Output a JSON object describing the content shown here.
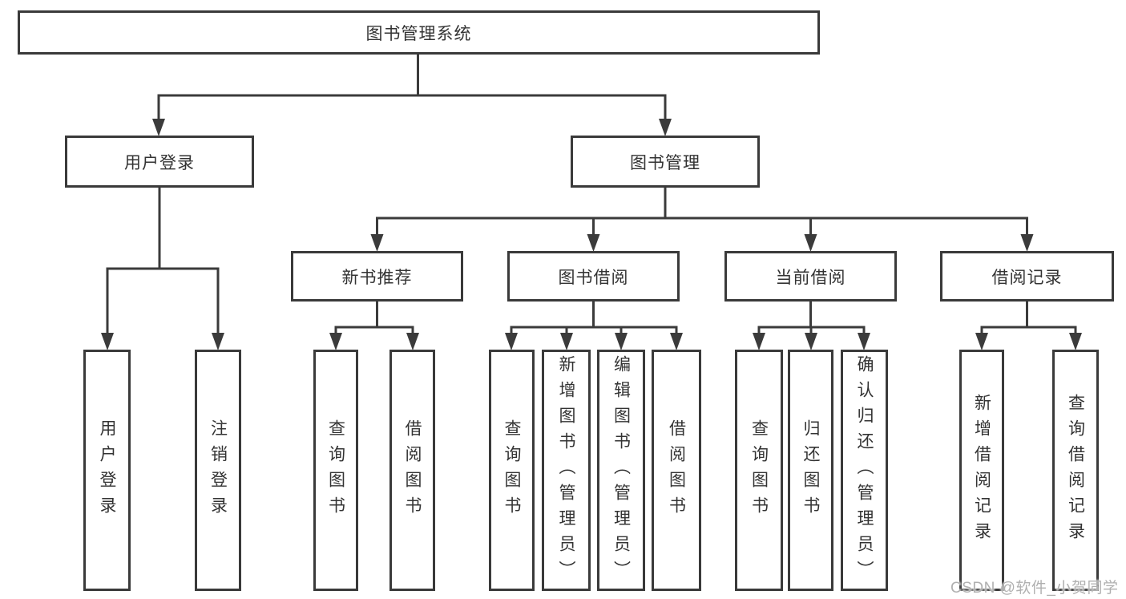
{
  "diagram": {
    "root": {
      "label": "图书管理系统"
    },
    "level2": [
      {
        "label": "用户登录"
      },
      {
        "label": "图书管理"
      }
    ],
    "level3": [
      {
        "label": "新书推荐"
      },
      {
        "label": "图书借阅"
      },
      {
        "label": "当前借阅"
      },
      {
        "label": "借阅记录"
      }
    ],
    "leaves": {
      "user_login": [
        "用户登录",
        "注销登录"
      ],
      "new_book_recommend": [
        "查询图书",
        "借阅图书"
      ],
      "book_borrow": [
        "查询图书",
        "新增图书（管理员）",
        "编辑图书（管理员）",
        "借阅图书"
      ],
      "current_borrow": [
        "查询图书",
        "归还图书",
        "确认归还（管理员）"
      ],
      "borrow_records": [
        "新增借阅记录",
        "查询借阅记录"
      ]
    }
  },
  "watermark": "CSDN @软件_小贺同学",
  "colors": {
    "line": "#3b3b3b",
    "border": "#3a3a3a",
    "text": "#333333",
    "watermark": "#b0b0b0",
    "background": "#ffffff"
  }
}
